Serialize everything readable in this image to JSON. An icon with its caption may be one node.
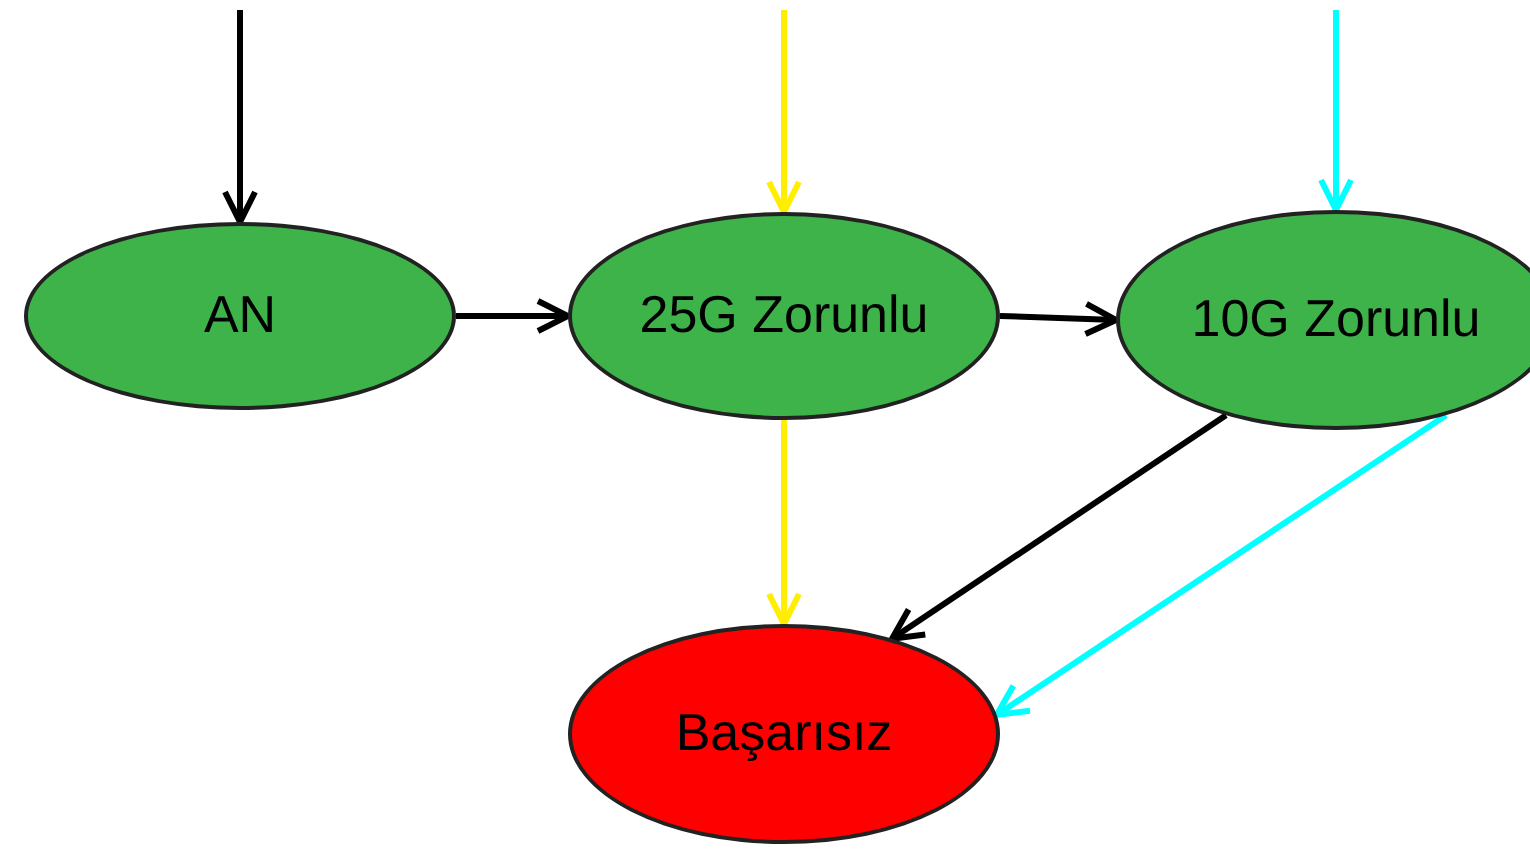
{
  "diagram": {
    "nodes": [
      {
        "text": [
          "AN"
        ]
      },
      {
        "text": [
          "25G Zorunlu"
        ]
      },
      {
        "text": [
          "10G Zorunlu"
        ]
      },
      {
        "text": [
          "Başarısız"
        ]
      }
    ],
    "edges": [
      {
        "from": null,
        "to": 0,
        "arrow": "to"
      },
      {
        "from": null,
        "to": 1,
        "arrow": "to",
        "color": "#ffee00"
      },
      {
        "from": null,
        "to": 2,
        "arrow": "to",
        "color": "#00ffff"
      },
      {
        "from": 0,
        "to": 1,
        "arrow": "to"
      },
      {
        "from": 1,
        "to": 2,
        "arrow": "to"
      },
      {
        "from": 1,
        "to": 3,
        "arrow": "to",
        "color": "#ffee00"
      },
      {
        "from": 2,
        "to": 3,
        "arrow": "to"
      },
      {
        "from": 2,
        "to": 3,
        "arrow": "to",
        "color": "#00ffff"
      }
    ]
  }
}
